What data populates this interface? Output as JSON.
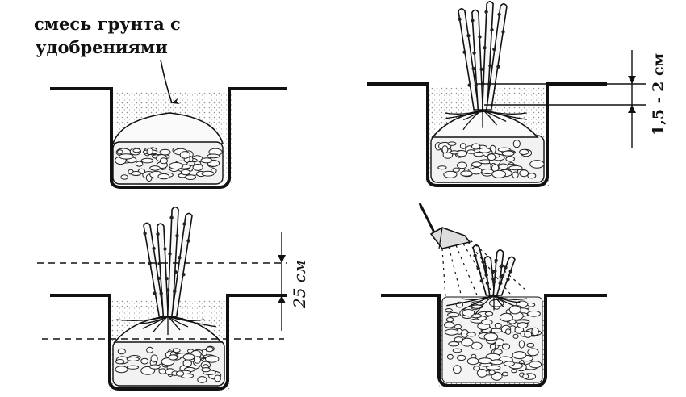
{
  "diagram": {
    "labels": {
      "soil_mix_line1": "смесь грунта с",
      "soil_mix_line2": "удобрениями",
      "depth_upper": "1,5 - 2 см",
      "depth_lower": "25 см"
    },
    "panels": [
      {
        "id": "step-1-soil-mix",
        "position": "top-left"
      },
      {
        "id": "step-2-planting",
        "position": "top-right"
      },
      {
        "id": "step-3-depth",
        "position": "bottom-left"
      },
      {
        "id": "step-4-watering",
        "position": "bottom-right"
      }
    ],
    "colors": {
      "ink": "#111111",
      "paper": "#ffffff"
    }
  }
}
